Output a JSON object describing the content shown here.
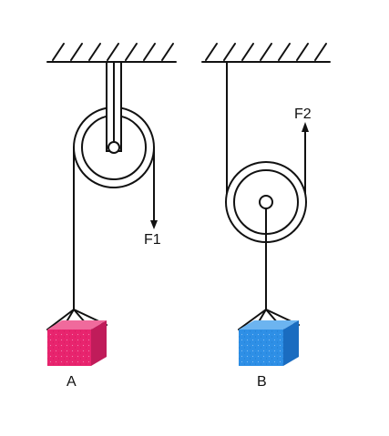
{
  "labels": {
    "block_a": "A",
    "block_b": "B",
    "force_1": "F1",
    "force_2": "F2"
  },
  "colors": {
    "line": "#111111",
    "block_a": "#e8246e",
    "block_b": "#2e8fe6",
    "background": "#ffffff"
  }
}
